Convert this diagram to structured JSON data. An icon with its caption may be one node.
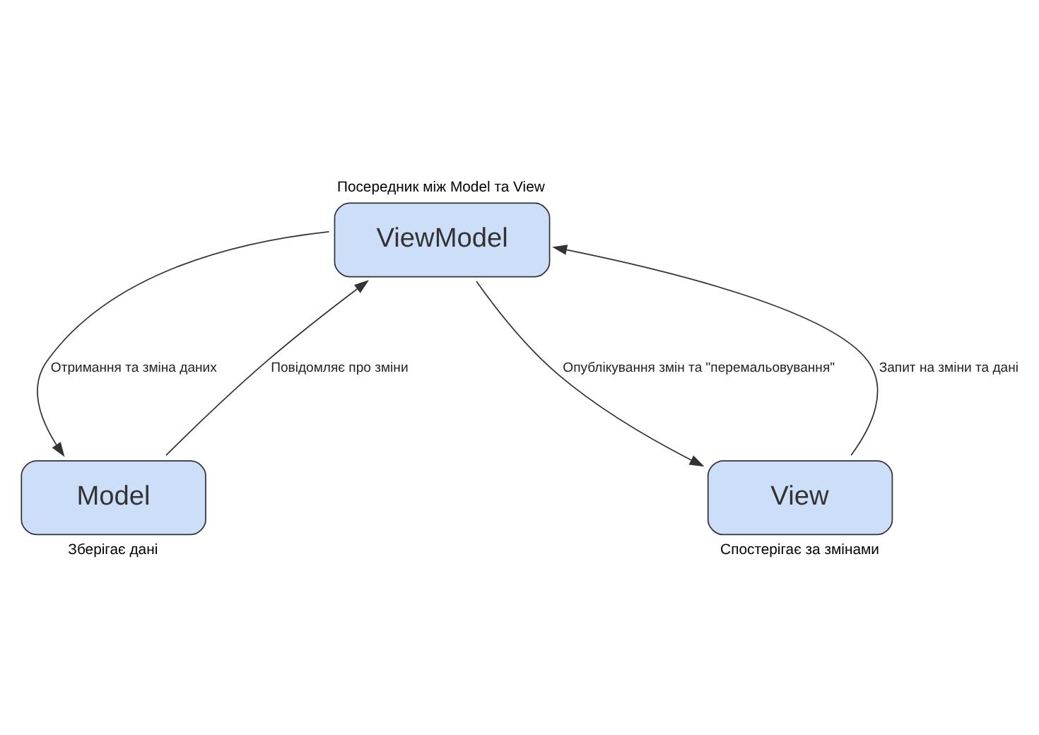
{
  "diagram": {
    "nodes": [
      {
        "text": [
          "ViewModel"
        ],
        "beside": [
          "Посередник між Model та View"
        ]
      },
      {
        "text": [
          "Model"
        ],
        "beside": [
          "Зберігає дані"
        ]
      },
      {
        "text": [
          "View"
        ],
        "beside": [
          "Спостерігає за змінами"
        ]
      }
    ],
    "edges": [
      {
        "from": 1,
        "to": 0,
        "arrow": "to",
        "label": "Повідомляє про зміни"
      },
      {
        "from": 0,
        "to": 1,
        "arrow": "to",
        "label": "Отримання та зміна даних"
      },
      {
        "from": 0,
        "to": 2,
        "arrow": "to",
        "label": "Опублікування змін та \"перемальовування\""
      },
      {
        "from": 2,
        "to": 0,
        "arrow": "to",
        "label": "Запит на зміни та дані"
      }
    ]
  }
}
